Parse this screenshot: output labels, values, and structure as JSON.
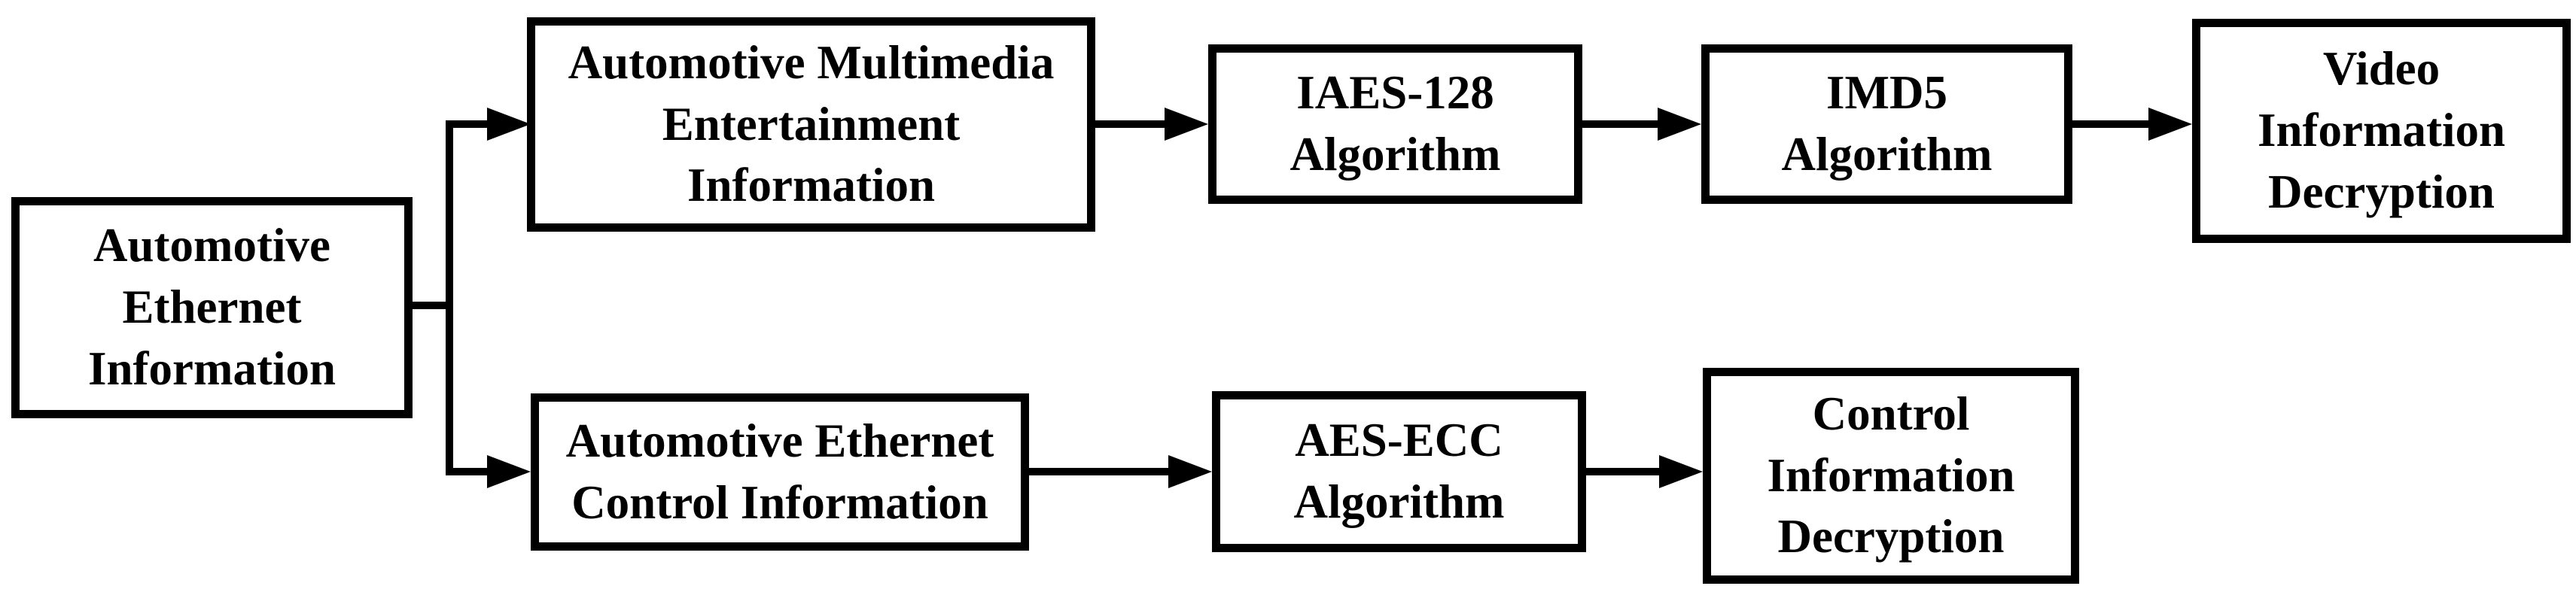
{
  "colors": {
    "line": "#000000",
    "fill": "#ffffff",
    "text": "#000000",
    "background": "#ffffff"
  },
  "nodes": {
    "ethernet_info": {
      "label": "Automotive\nEthernet\nInformation"
    },
    "multimedia_info": {
      "label": "Automotive Multimedia\nEntertainment\nInformation"
    },
    "iaes128": {
      "label": "IAES-128\nAlgorithm"
    },
    "imd5": {
      "label": "IMD5\nAlgorithm"
    },
    "video_decryption": {
      "label": "Video\nInformation\nDecryption"
    },
    "control_info": {
      "label": "Automotive Ethernet\nControl Information"
    },
    "aes_ecc": {
      "label": "AES-ECC\nAlgorithm"
    },
    "control_decryption": {
      "label": "Control\nInformation\nDecryption"
    }
  },
  "edges": [
    {
      "from": "ethernet_info",
      "to": "multimedia_info"
    },
    {
      "from": "ethernet_info",
      "to": "control_info"
    },
    {
      "from": "multimedia_info",
      "to": "iaes128"
    },
    {
      "from": "iaes128",
      "to": "imd5"
    },
    {
      "from": "imd5",
      "to": "video_decryption"
    },
    {
      "from": "control_info",
      "to": "aes_ecc"
    },
    {
      "from": "aes_ecc",
      "to": "control_decryption"
    }
  ]
}
